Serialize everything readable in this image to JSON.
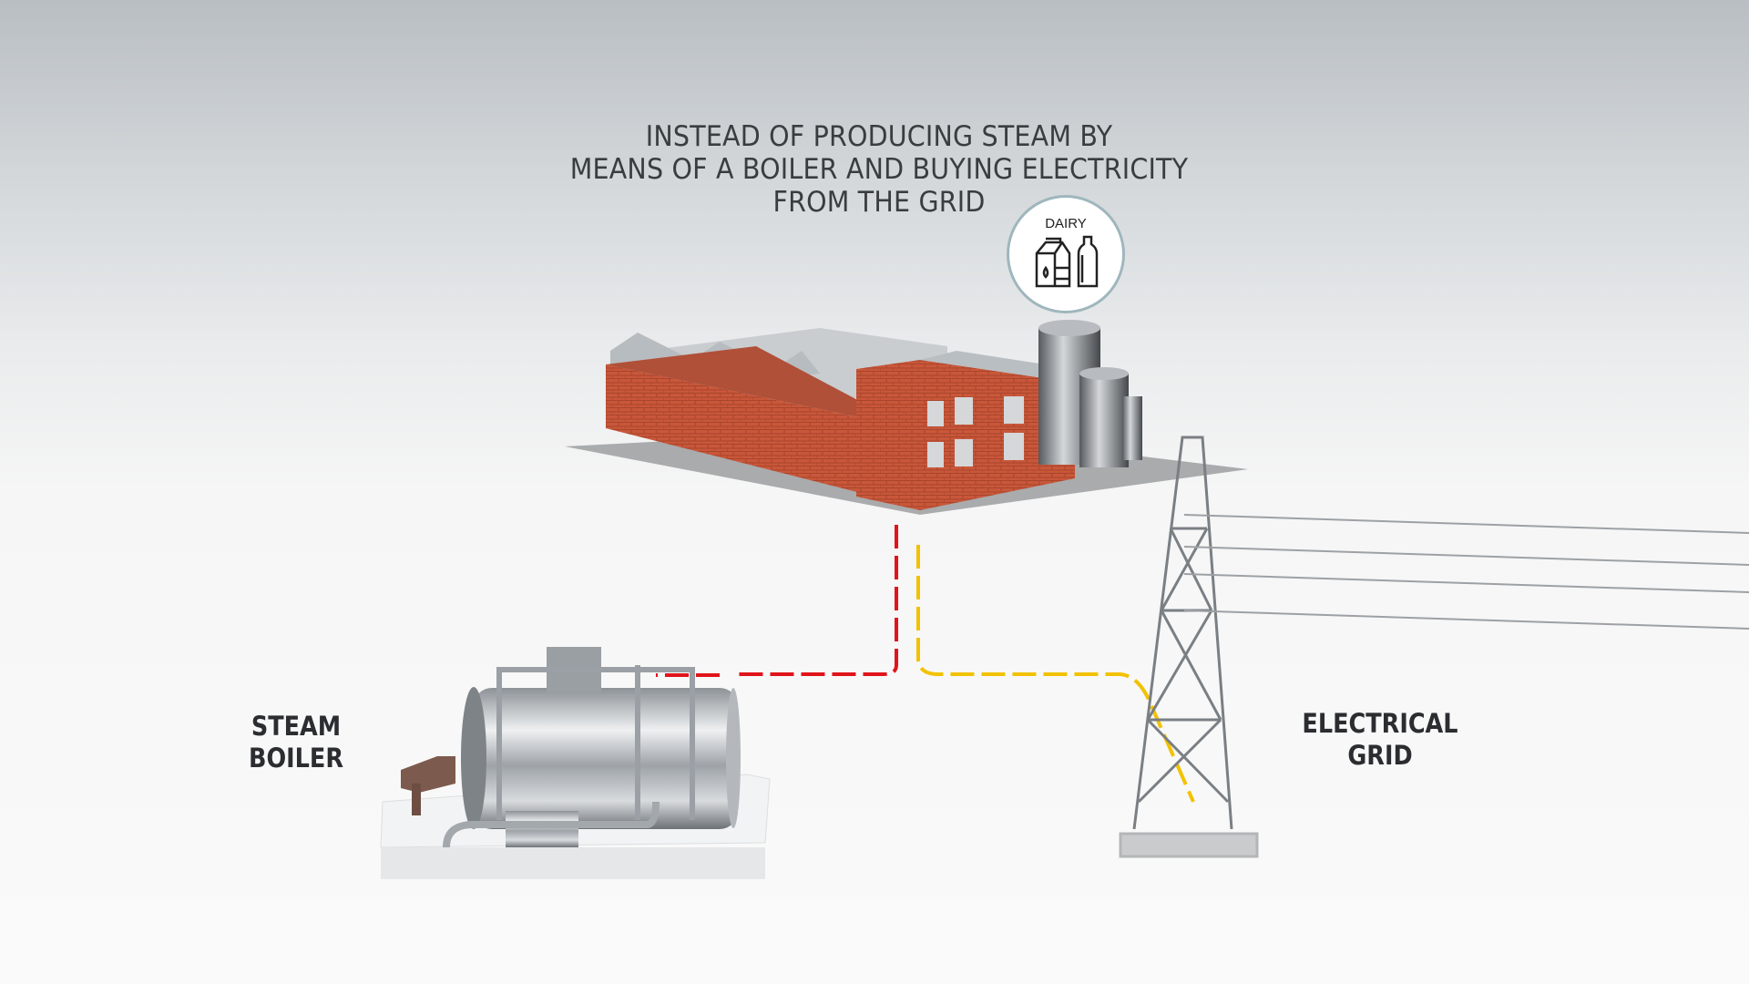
{
  "headline": {
    "lines": [
      "INSTEAD OF PRODUCING STEAM BY",
      "MEANS OF A BOILER AND BUYING ELECTRICITY",
      "FROM THE GRID"
    ]
  },
  "badge": {
    "label": "DAIRY",
    "icon": "milk-carton-and-bottle-icon"
  },
  "labels": {
    "steam_boiler": [
      "STEAM",
      "BOILER"
    ],
    "electrical_grid": [
      "ELECTRICAL",
      "GRID"
    ]
  },
  "colors": {
    "steam_line": "#e0141b",
    "electricity_line": "#f2c200",
    "brick": "#c9573a"
  }
}
